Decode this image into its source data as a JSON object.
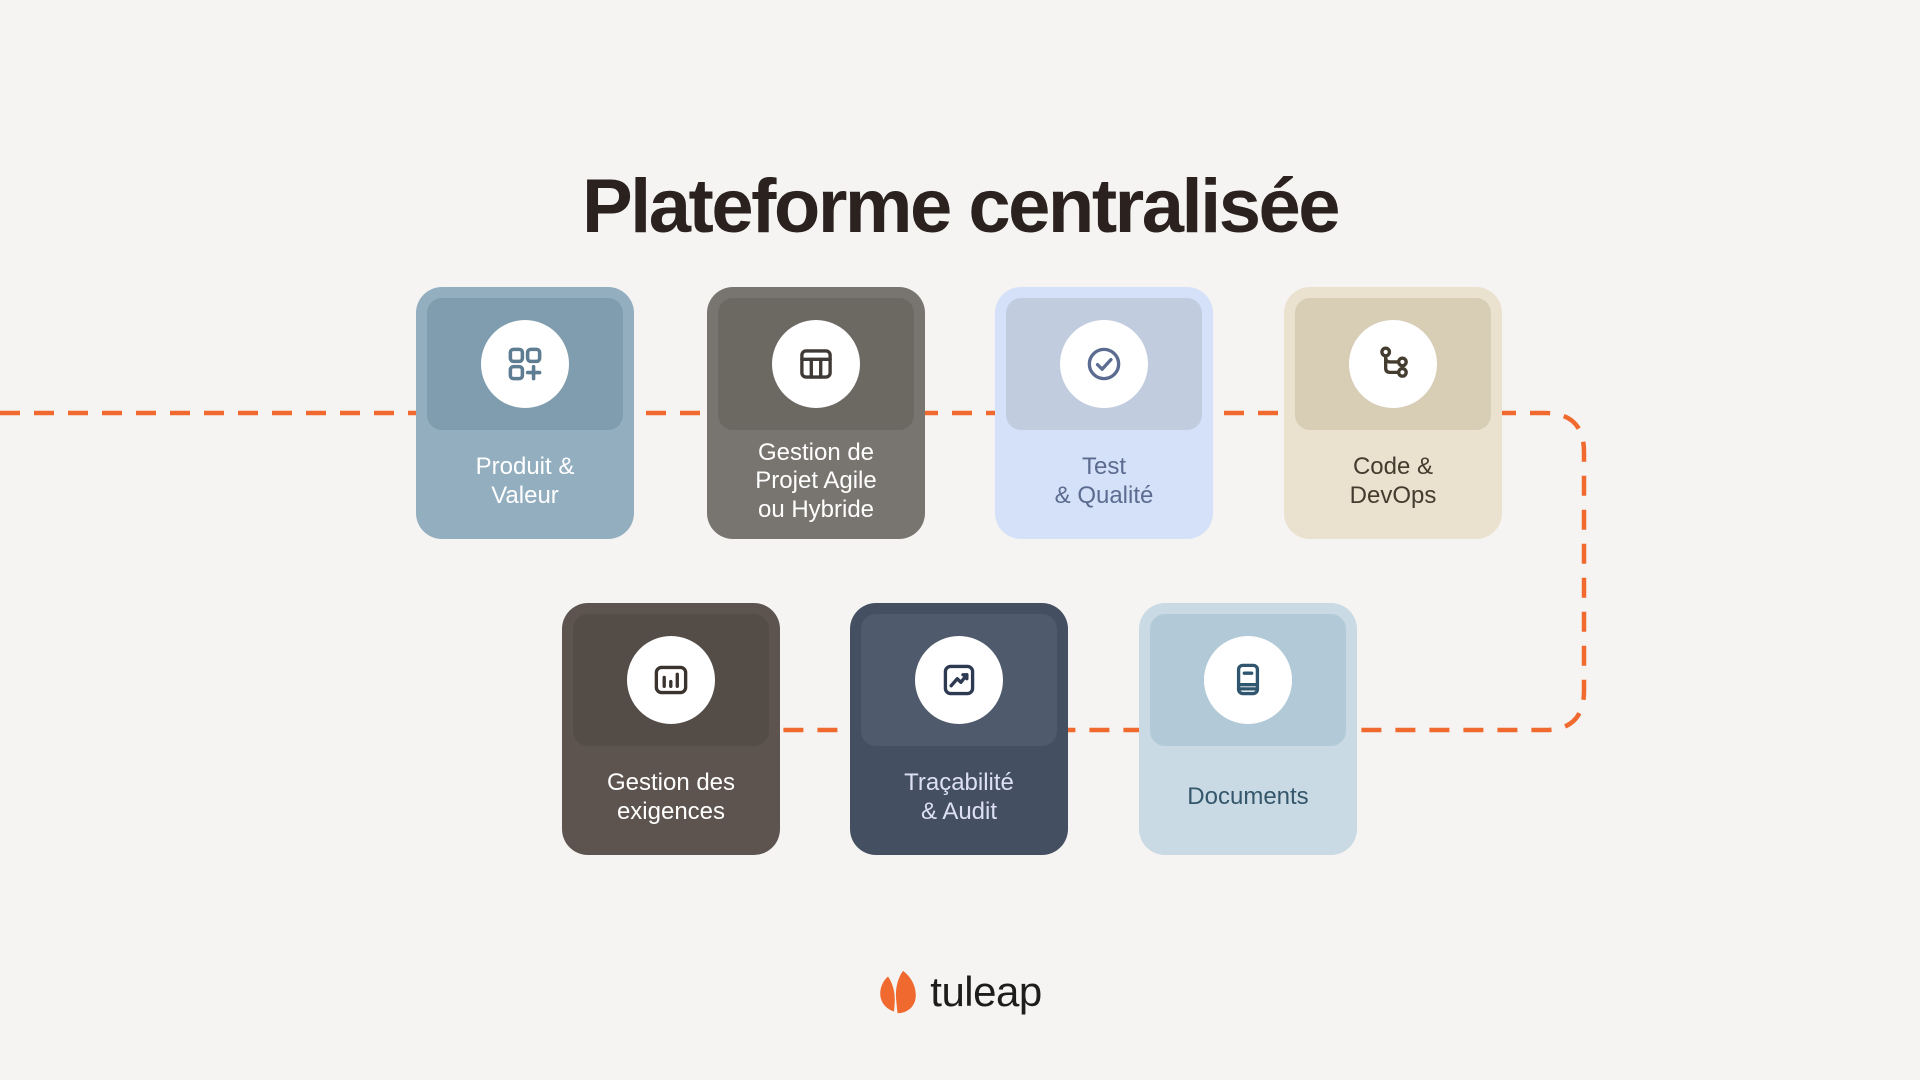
{
  "page": {
    "background_color": "#F5F4F2",
    "title": "Plateforme centralisée"
  },
  "connector": {
    "style": "dashed",
    "color": "#F0692F"
  },
  "cards": [
    {
      "name": "produit-valeur",
      "lines": [
        "Produit &",
        "Valeur"
      ],
      "icon": "grid-plus-icon",
      "colors": {
        "card": "#92AEBF",
        "panel": "#7F9DAE",
        "icon": "#5E7D92",
        "text": "#FFFFFF"
      }
    },
    {
      "name": "gestion-projet",
      "lines": [
        "Gestion de",
        "Projet Agile",
        "ou Hybride"
      ],
      "icon": "table-icon",
      "colors": {
        "card": "#78746F",
        "panel": "#6C6862",
        "icon": "#3F3A35",
        "text": "#FFFFFF"
      }
    },
    {
      "name": "test-qualite",
      "lines": [
        "Test",
        "& Qualité"
      ],
      "icon": "circle-check-icon",
      "colors": {
        "card": "#D5E1F8",
        "panel": "#C2CCDF",
        "icon": "#5C6C90",
        "text": "#5C6C90"
      }
    },
    {
      "name": "code-devops",
      "lines": [
        "Code &",
        "DevOps"
      ],
      "icon": "git-branch-icon",
      "colors": {
        "card": "#EAE1CE",
        "panel": "#D8CDB5",
        "icon": "#453C30",
        "text": "#453C30"
      }
    },
    {
      "name": "gestion-exigences",
      "lines": [
        "Gestion des",
        "exigences"
      ],
      "icon": "bar-chart-icon",
      "colors": {
        "card": "#5D544F",
        "panel": "#544C47",
        "icon": "#3A332E",
        "text": "#FFFFFF"
      }
    },
    {
      "name": "tracabilite-audit",
      "lines": [
        "Traçabilité",
        "& Audit"
      ],
      "icon": "trending-up-icon",
      "colors": {
        "card": "#454F62",
        "panel": "#505A6D",
        "icon": "#2E3952",
        "text": "#DCE0F2"
      }
    },
    {
      "name": "documents",
      "lines": [
        "Documents"
      ],
      "icon": "book-icon",
      "colors": {
        "card": "#C9DAE4",
        "panel": "#B2CAD7",
        "icon": "#2F566E",
        "text": "#35576B"
      }
    }
  ],
  "logo": {
    "brand": "tuleap",
    "icon": "tulip-icon",
    "icon_color": "#F0692F",
    "text_color": "#1D1D1B"
  }
}
